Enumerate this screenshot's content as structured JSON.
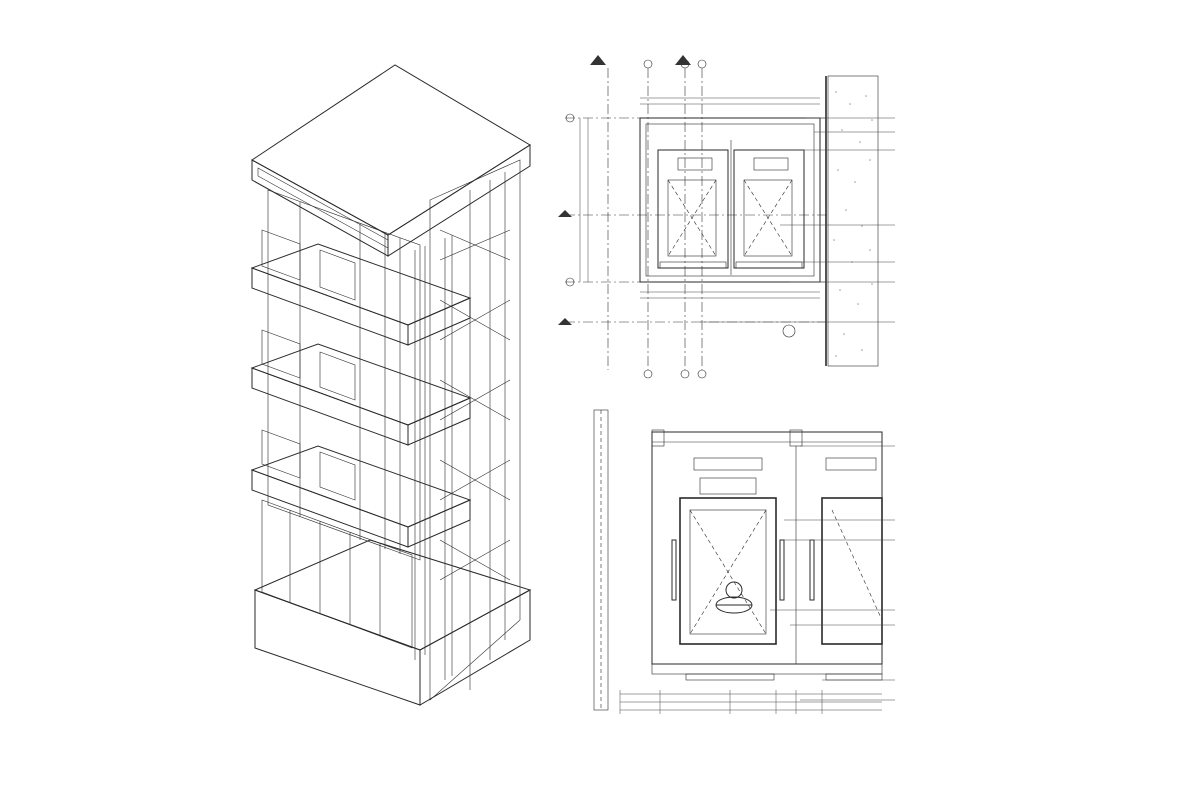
{
  "drawing": {
    "colors": {
      "paper": "#ffffff",
      "line": "#2a2a2a",
      "glass": "#dfe4e8",
      "face_light": "#f0f0f0",
      "face_mid": "#d9d9d9",
      "face_dark": "#c4c4c4",
      "concrete": "#cfcfcf"
    },
    "views": [
      {
        "id": "isometric-tower",
        "type": "axonometric"
      },
      {
        "id": "plan-upper",
        "type": "plan"
      },
      {
        "id": "plan-detail",
        "type": "plan-detail"
      }
    ]
  }
}
